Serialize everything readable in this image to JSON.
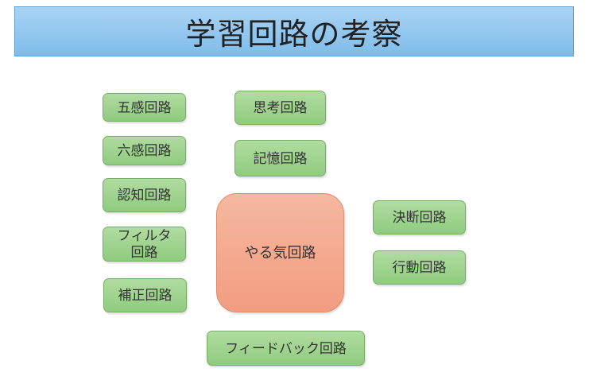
{
  "title": "学習回路の考察",
  "colors": {
    "title_bg": "#8ec5ee",
    "circuit_box": "#9fd48f",
    "center_box": "#f3a98f"
  },
  "circuits": {
    "gokan": "五感回路",
    "rokkan": "六感回路",
    "ninchi": "認知回路",
    "filter_line1": "フィルタ",
    "filter_line2": "回路",
    "hosei": "補正回路",
    "shikou": "思考回路",
    "kioku": "記憶回路",
    "yaruki": "やる気回路",
    "ketsudan": "決断回路",
    "koudou": "行動回路",
    "feedback": "フィードバック回路"
  }
}
